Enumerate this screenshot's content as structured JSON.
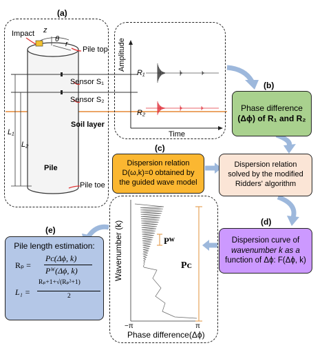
{
  "panels": {
    "a": "(a)",
    "b": "(b)",
    "c": "(c)",
    "d": "(d)",
    "e": "(e)"
  },
  "pile": {
    "impact": "Impact",
    "z": "z",
    "theta": "θ",
    "r": "r",
    "pile_top": "Pile top",
    "sensor1": "Sensor S₁",
    "sensor2": "Sensor S₂",
    "soil_layer": "Soil layer",
    "L1": "L₁",
    "L2": "L₂",
    "pile": "Pile",
    "pile_toe": "Pile toe"
  },
  "signal": {
    "amplitude": "Amplitude",
    "time": "Time",
    "R1": "R₁",
    "R2": "R₂"
  },
  "boxes": {
    "b_line1": "Phase difference",
    "b_line2": "(Δϕ) of R₁ and R₂",
    "c_line1": "Dispersion relation",
    "c_line2": "D(ω,k)=0 obtained by",
    "c_line3": "the guided wave model",
    "solved_line1": "Dispersion relation",
    "solved_line2": "solved by the modified",
    "solved_line3": "Ridders' algorithm",
    "d_line1": "Dispersion curve of",
    "d_line2": "wavenumber k as a",
    "d_line3": "function of Δϕ: F(Δϕ, k)",
    "e_title": "Pile length estimation:",
    "e_rp": "Rₚ =",
    "e_num": "Pᴄ(Δϕ, k)",
    "e_den": "Pᵂ(Δϕ, k)",
    "e_l1": "L₁ =",
    "e_l1_num": "Rₚ+1+√(Rₚ²+1)",
    "e_l1_den": "2"
  },
  "dispersion": {
    "ylabel": "Wavenumber (k)",
    "xlabel": "Phase difference(Δϕ)",
    "tick_left": "−π",
    "tick_right": "π",
    "PW": "Pᵂ",
    "PC": "Pᴄ"
  },
  "colors": {
    "green": "#a9d18e",
    "orange": "#fbb731",
    "peach": "#fbe5d6",
    "purple": "#cc99ff",
    "blue": "#b4c7e7",
    "arrow": "#9db8dc",
    "soil": "#e06f0a",
    "red_signal": "#e0303a"
  }
}
